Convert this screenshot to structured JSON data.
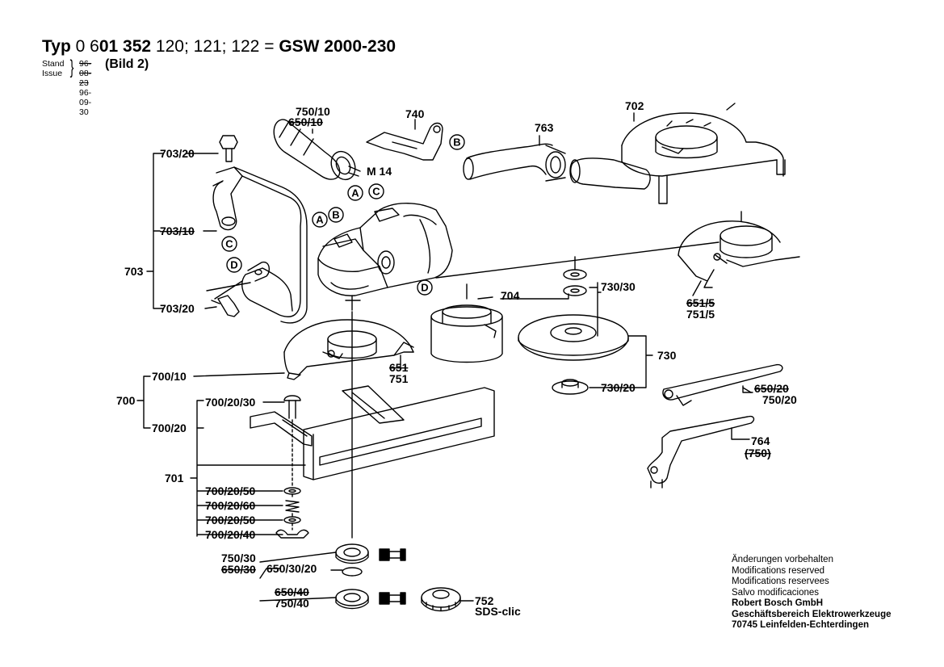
{
  "header": {
    "typ_word": "Typ",
    "typ_num_light1": "0 6",
    "typ_num_bold": "01 352",
    "typ_num_light2": "120; 121; 122",
    "equals": "=",
    "model": "GSW 2000-230",
    "stand_label": "Stand",
    "issue_label": "Issue",
    "stand_date": "96-08-23",
    "issue_date": "96-09-30",
    "bild": "(Bild 2)"
  },
  "parts": {
    "p750_10": "750/10",
    "p650_10": "650/10",
    "p740": "740",
    "p763": "763",
    "p702": "702",
    "m14": "M 14",
    "p703_20_top": "703/20",
    "p703_10": "703/10",
    "p703": "703",
    "p703_20_bot": "703/20",
    "p704": "704",
    "p730_30": "730/30",
    "p651_5": "651/5",
    "p751_5": "751/5",
    "p730": "730",
    "p730_20": "730/20",
    "p651": "651",
    "p751": "751",
    "p700_10": "700/10",
    "p700": "700",
    "p700_20_30": "700/20/30",
    "p700_20": "700/20",
    "p701": "701",
    "p700_20_50a": "700/20/50",
    "p700_20_60": "700/20/60",
    "p700_20_50b": "700/20/50",
    "p700_20_40": "700/20/40",
    "p650_20": "650/20",
    "p750_20": "750/20",
    "p764": "764",
    "p750_paren": "(750)",
    "p750_30": "750/30",
    "p650_30": "650/30",
    "p650_30_20": "650/30/20",
    "p650_40": "650/40",
    "p750_40": "750/40",
    "p752": "752",
    "sds": "SDS-clic"
  },
  "letters": {
    "A1": "A",
    "C1": "C",
    "A2": "A",
    "B2": "B",
    "B3": "B",
    "C4": "C",
    "D5": "D",
    "D6": "D"
  },
  "footer": {
    "line1": "Änderungen vorbehalten",
    "line2": "Modifications reserved",
    "line3": "Modifications reservees",
    "line4": "Salvo modificaciones",
    "line5": "Robert Bosch GmbH",
    "line6": "Geschäftsbereich Elektrowerkzeuge",
    "line7": "70745 Leinfelden-Echterdingen"
  }
}
